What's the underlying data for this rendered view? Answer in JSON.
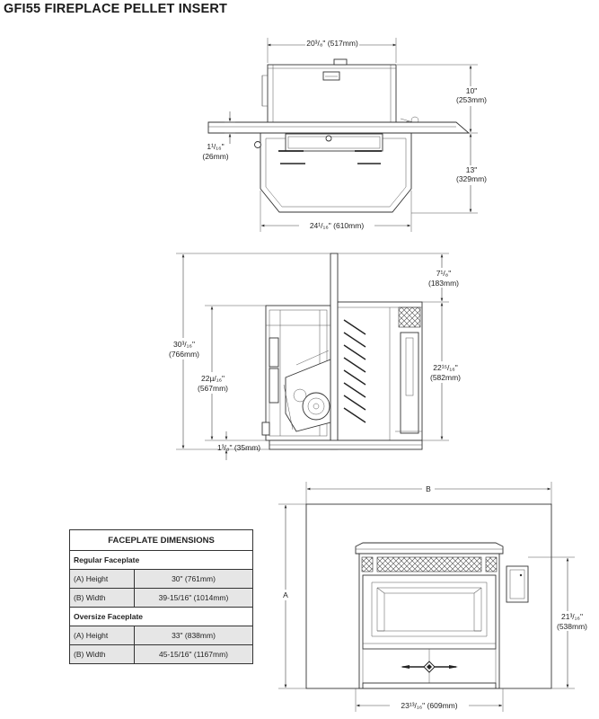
{
  "title": "GFI55 FIREPLACE PELLET INSERT",
  "top_view": {
    "width_label": "20³/₈\" (517mm)",
    "depth_back_label_in": "10\"",
    "depth_back_label_mm": "(253mm)",
    "depth_front_label_in": "13\"",
    "depth_front_label_mm": "(329mm)",
    "faceplate_thickness_in": "1¹/₁₆\"",
    "faceplate_thickness_mm": "(26mm)",
    "front_width_label": "24¹/₁₆\" (610mm)"
  },
  "side_view": {
    "total_height_in": "30³/₁₆\"",
    "total_height_mm": "(766mm)",
    "body_height_in": "22µ/₁₆\"",
    "body_height_mm": "(567mm)",
    "top_offset_in": "7¹/₈\"",
    "top_offset_mm": "(183mm)",
    "front_height_in": "22¹⁵/₁₆\"",
    "front_height_mm": "(582mm)",
    "base_label": "1³/₈\" (35mm)"
  },
  "front_view": {
    "width_letter": "B",
    "height_letter": "A",
    "height_in": "21³/₁₆\"",
    "height_mm": "(538mm)",
    "bottom_width_label": "23¹³/₁₆\" (609mm)"
  },
  "faceplate_table": {
    "heading": "FACEPLATE DIMENSIONS",
    "regular": {
      "label": "Regular Faceplate",
      "rows": [
        {
          "name": "(A)  Height",
          "value": "30\" (761mm)"
        },
        {
          "name": "(B)  Width",
          "value": "39-15/16\" (1014mm)"
        }
      ]
    },
    "oversize": {
      "label": "Oversize Faceplate",
      "rows": [
        {
          "name": "(A)  Height",
          "value": "33\" (838mm)"
        },
        {
          "name": "(B)  Width",
          "value": "45-15/16\" (1167mm)"
        }
      ]
    }
  }
}
